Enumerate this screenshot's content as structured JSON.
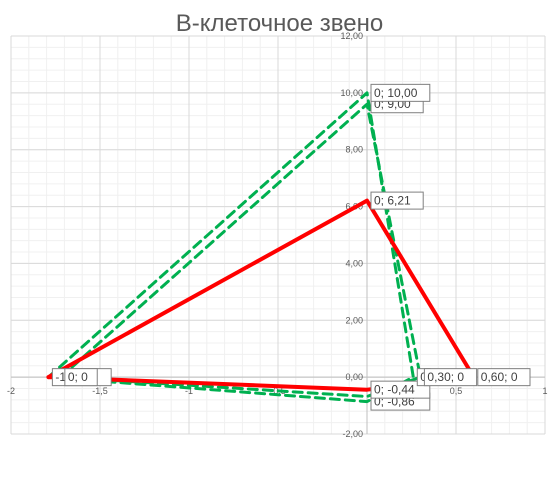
{
  "chart_data": {
    "type": "scatter",
    "title": "B-клеточное звено",
    "xlabel": "",
    "ylabel": "",
    "xlim": [
      -2,
      1
    ],
    "ylim": [
      -2,
      12
    ],
    "x_major_step": 0.5,
    "y_major_step": 2,
    "grid": true,
    "minor_grid": true,
    "x_ticks": [
      {
        "value": -2,
        "label": "-2"
      },
      {
        "value": -1.5,
        "label": "-1,5"
      },
      {
        "value": -1,
        "label": "-1"
      },
      {
        "value": -0.5,
        "label": "-0,5"
      },
      {
        "value": 0.5,
        "label": "0,5"
      },
      {
        "value": 1,
        "label": "1"
      }
    ],
    "y_ticks": [
      {
        "value": -2,
        "label": "-2,00"
      },
      {
        "value": 0,
        "label": "0,00"
      },
      {
        "value": 2,
        "label": "2,00"
      },
      {
        "value": 4,
        "label": "4,00"
      },
      {
        "value": 6,
        "label": "6,00"
      },
      {
        "value": 8,
        "label": "8,00"
      },
      {
        "value": 10,
        "label": "10,00"
      },
      {
        "value": 12,
        "label": "12,00"
      }
    ],
    "series": [
      {
        "style": "dashed",
        "color": "#00b050",
        "points": [
          [
            -1.79,
            0
          ],
          [
            0,
            10
          ],
          [
            0.26,
            0
          ],
          [
            0,
            -0.86
          ],
          [
            -1.79,
            0
          ]
        ]
      },
      {
        "style": "dashed",
        "color": "#00b050",
        "points": [
          [
            -1.72,
            0
          ],
          [
            0,
            9.6
          ],
          [
            0.3,
            0
          ],
          [
            0,
            -0.68
          ],
          [
            -1.72,
            0
          ]
        ]
      },
      {
        "style": "solid",
        "color": "#ff0000",
        "points": [
          [
            -1.79,
            0
          ],
          [
            0,
            6.21
          ],
          [
            0.6,
            0
          ],
          [
            0,
            -0.44
          ],
          [
            -1.79,
            0
          ]
        ]
      }
    ],
    "data_labels": [
      {
        "x": 0,
        "y": 9.6,
        "text": "0; 9,00"
      },
      {
        "x": 0,
        "y": 10,
        "text": "0; 10,00"
      },
      {
        "x": 0,
        "y": 6.21,
        "text": "0; 6,21"
      },
      {
        "x": 0,
        "y": -0.86,
        "text": "0; -0,86"
      },
      {
        "x": 0,
        "y": -0.44,
        "text": "0; -0,44"
      },
      {
        "x": -1.79,
        "y": 0,
        "text": "-1,79; 0"
      },
      {
        "x": -1.72,
        "y": 0,
        "text": "0; 0"
      },
      {
        "x": 0.26,
        "y": 0,
        "text": "0"
      },
      {
        "x": 0.3,
        "y": 0,
        "text": "0,30; 0"
      },
      {
        "x": 0.6,
        "y": 0,
        "text": "0,60; 0"
      }
    ],
    "colors": {
      "grid_major": "#d9d9d9",
      "grid_minor": "#f0f0f0",
      "axis": "#bfbfbf",
      "tick_text": "#595959",
      "label_border": "#7f7f7f",
      "title": "#595959"
    }
  }
}
